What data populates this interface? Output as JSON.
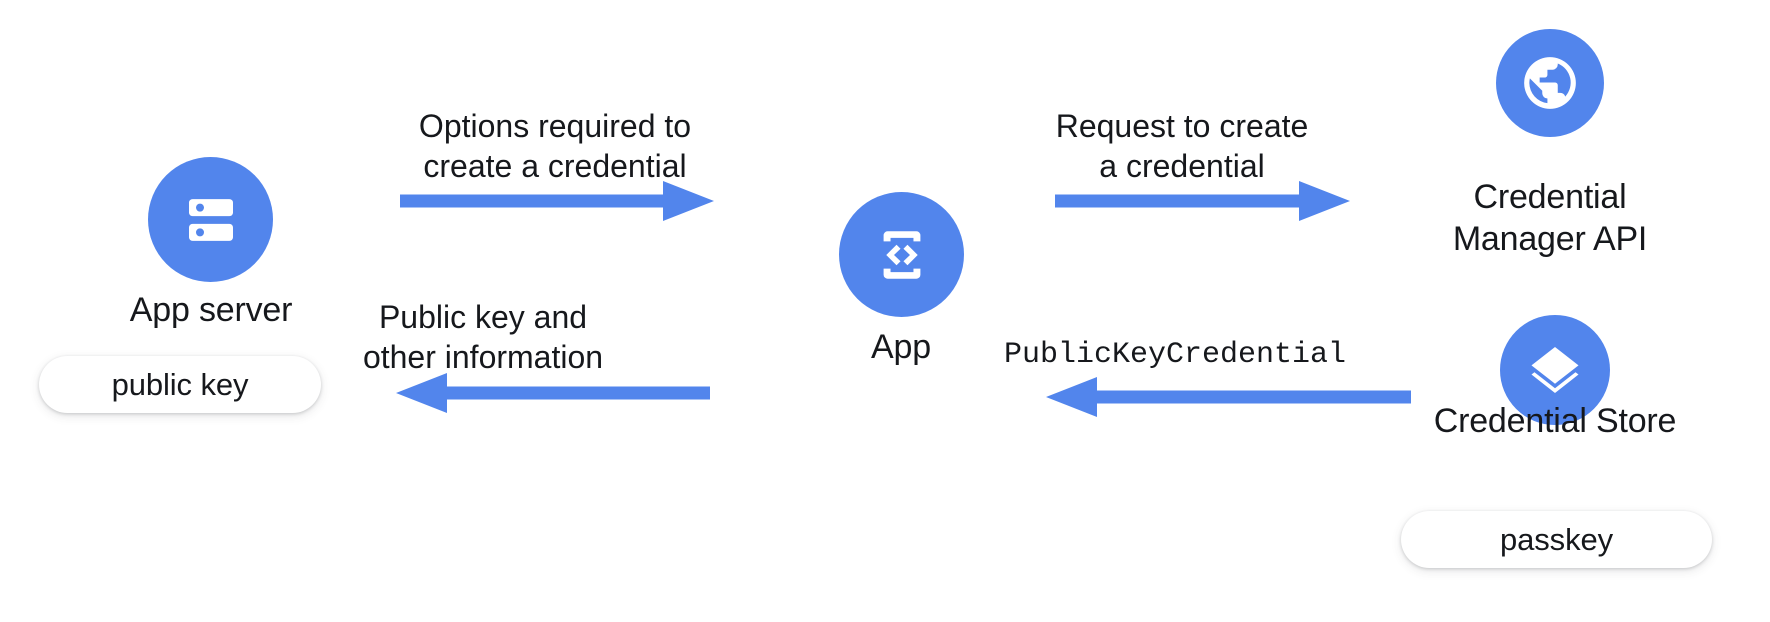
{
  "diagram": {
    "title": "Passkey creation flow between App server, App, Credential Manager API and Credential Store",
    "background": "#ffffff",
    "accent_color": "#5285ec",
    "text_color": "#16181c"
  },
  "nodes": {
    "app_server": {
      "label": "App server",
      "icon": "server-icon",
      "chip": "public key"
    },
    "app": {
      "label": "App",
      "icon": "app-code-device-icon"
    },
    "credential_manager_api": {
      "label": "Credential\nManager API",
      "icon": "globe-icon"
    },
    "credential_store": {
      "label": "Credential Store",
      "icon": "layers-icon",
      "chip": "passkey"
    }
  },
  "flows": [
    {
      "id": "options-required",
      "label": "Options required to\ncreate a credential",
      "direction": "right",
      "from": "app_server",
      "to": "app",
      "mono": false
    },
    {
      "id": "public-key-and-other-information",
      "label": "Public key and\nother information",
      "direction": "left",
      "from": "app",
      "to": "app_server",
      "mono": false
    },
    {
      "id": "request-to-create",
      "label": "Request to create\na credential",
      "direction": "right",
      "from": "app",
      "to": "credential_manager_api",
      "mono": false
    },
    {
      "id": "public-key-credential",
      "label": "PublicKeyCredential",
      "direction": "left",
      "from": "credential_store",
      "to": "app",
      "mono": true
    }
  ]
}
